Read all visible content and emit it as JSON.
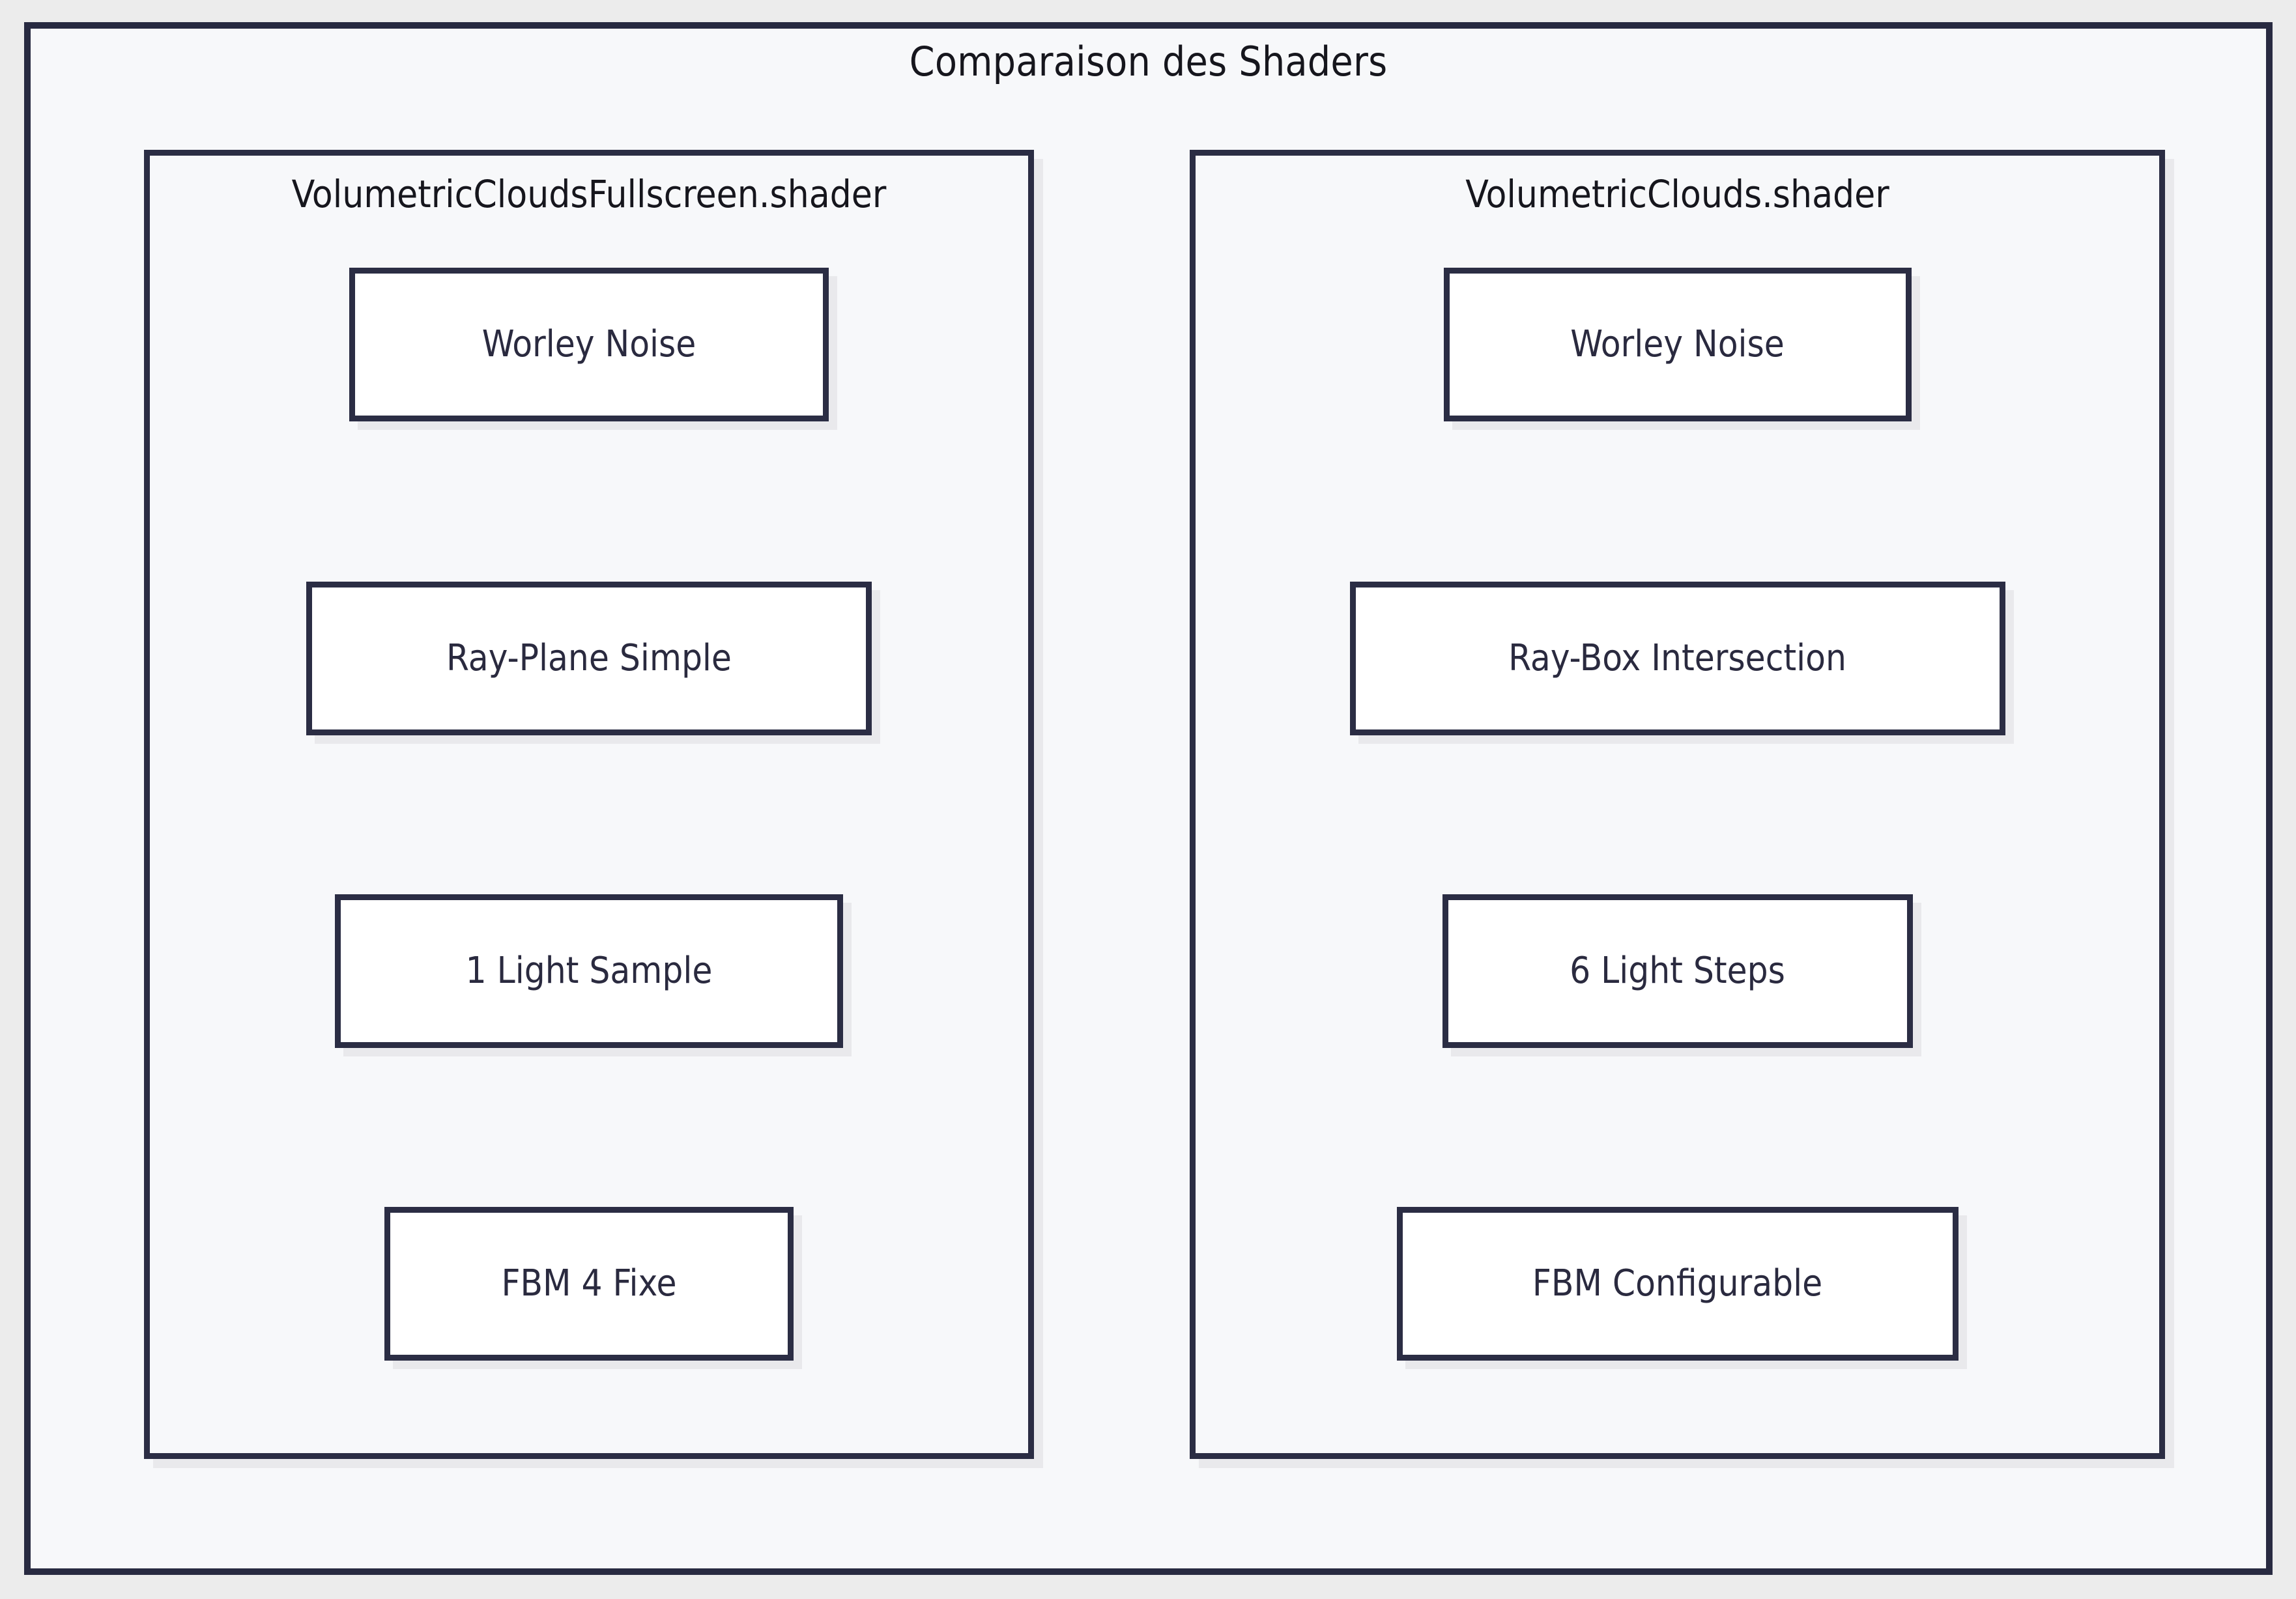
{
  "diagram": {
    "title": "Comparaison des Shaders",
    "background_color": "#f7f8fa",
    "outer_background_color": "#ececec",
    "border_color": "#282a41",
    "node_fill_color": "#ffffff",
    "node_border_color": "#2b2d44",
    "text_color": "#2a2a3f",
    "shadow_color": "#e9e9ec"
  },
  "subgraphs": [
    {
      "id": "VolumetricCloudsFullscreen",
      "title": "VolumetricCloudsFullscreen.shader",
      "nodes": [
        {
          "id": "l1",
          "label": "Worley Noise"
        },
        {
          "id": "l2",
          "label": "Ray-Plane Simple"
        },
        {
          "id": "l3",
          "label": "1 Light Sample"
        },
        {
          "id": "l4",
          "label": "FBM 4 Fixe"
        }
      ]
    },
    {
      "id": "VolumetricClouds",
      "title": "VolumetricClouds.shader",
      "nodes": [
        {
          "id": "r1",
          "label": "Worley Noise"
        },
        {
          "id": "r2",
          "label": "Ray-Box Intersection"
        },
        {
          "id": "r3",
          "label": "6 Light Steps"
        },
        {
          "id": "r4",
          "label": "FBM Configurable"
        }
      ]
    }
  ]
}
